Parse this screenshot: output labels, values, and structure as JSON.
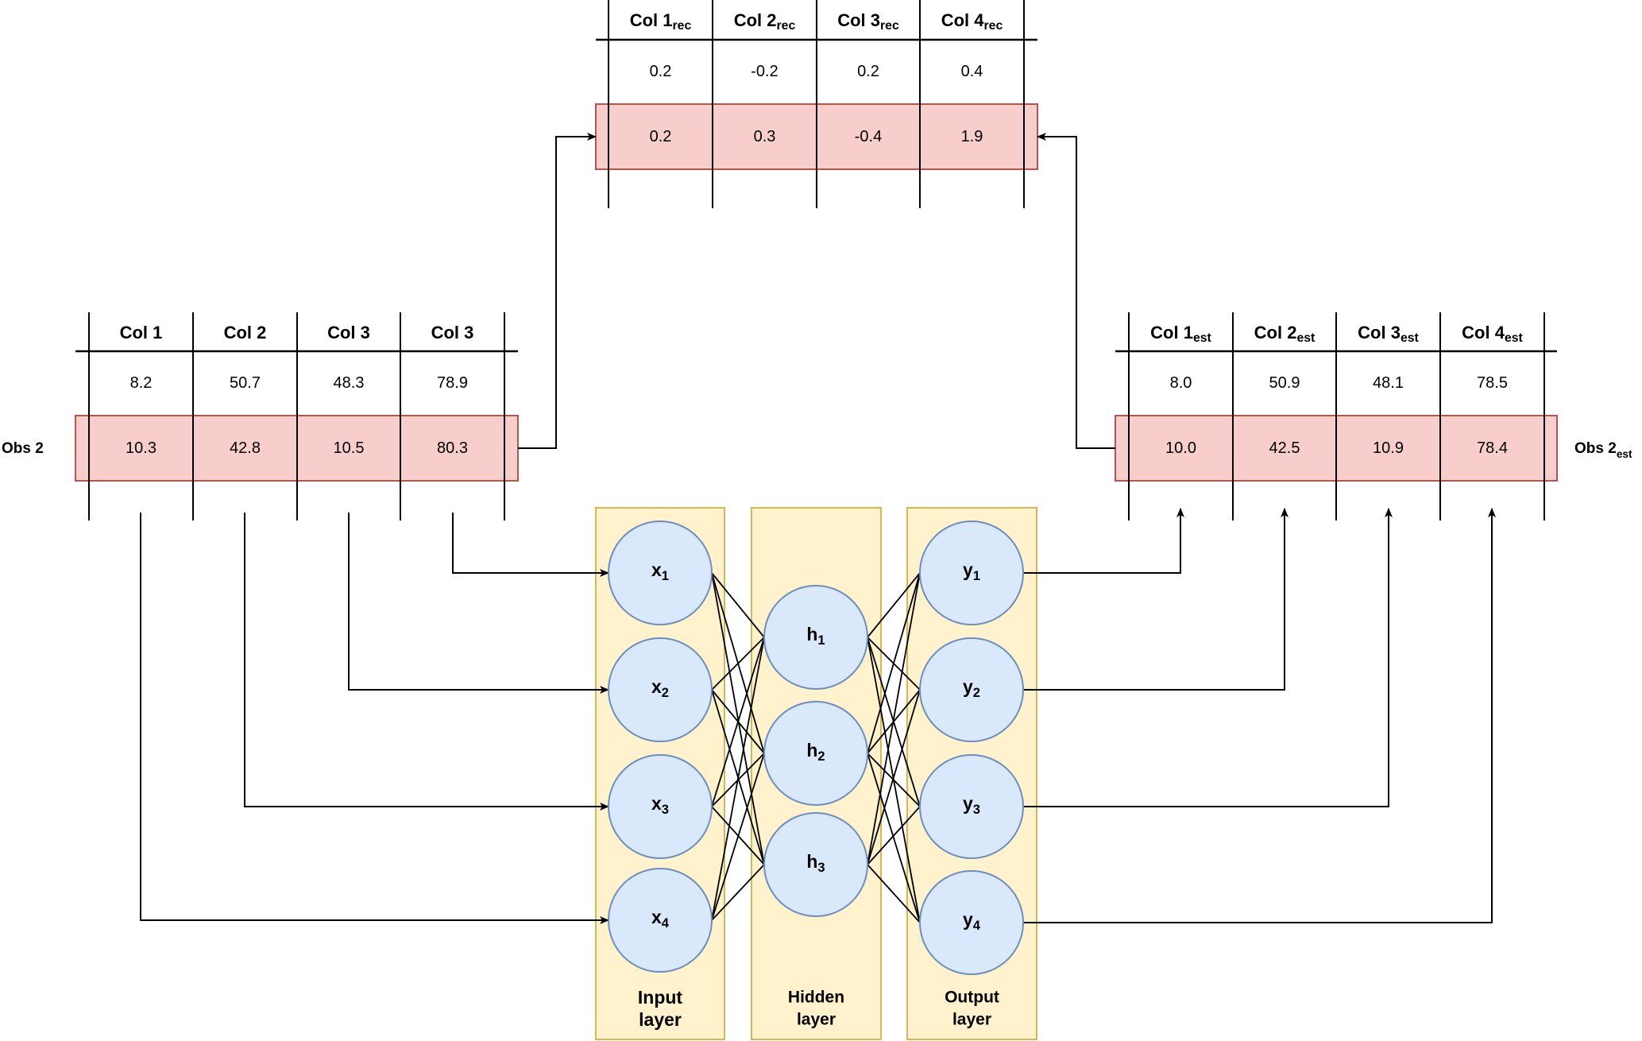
{
  "colors": {
    "row_fill": "#f8cecc",
    "row_stroke": "#b85450",
    "layer_fill": "#fff2cc",
    "layer_stroke": "#d6b656",
    "node_fill": "#dae8fc",
    "node_stroke": "#6c8ebf",
    "line": "#000000"
  },
  "input_table": {
    "headers": [
      {
        "base": "Col 1",
        "sub": ""
      },
      {
        "base": "Col 2",
        "sub": ""
      },
      {
        "base": "Col 3",
        "sub": ""
      },
      {
        "base": "Col 3",
        "sub": ""
      }
    ],
    "rows": [
      [
        "8.2",
        "50.7",
        "48.3",
        "78.9"
      ],
      [
        "10.3",
        "42.8",
        "10.5",
        "80.3"
      ]
    ],
    "highlighted_row": 1,
    "row_label": {
      "base": "Obs 2",
      "sub": ""
    }
  },
  "estimate_table": {
    "headers": [
      {
        "base": "Col 1",
        "sub": "est"
      },
      {
        "base": "Col 2",
        "sub": "est"
      },
      {
        "base": "Col 3",
        "sub": "est"
      },
      {
        "base": "Col 4",
        "sub": "est"
      }
    ],
    "rows": [
      [
        "8.0",
        "50.9",
        "48.1",
        "78.5"
      ],
      [
        "10.0",
        "42.5",
        "10.9",
        "78.4"
      ]
    ],
    "highlighted_row": 1,
    "row_label": {
      "base": "Obs 2",
      "sub": "est"
    }
  },
  "reconstruction_table": {
    "headers": [
      {
        "base": "Col 1",
        "sub": "rec"
      },
      {
        "base": "Col 2",
        "sub": "rec"
      },
      {
        "base": "Col 3",
        "sub": "rec"
      },
      {
        "base": "Col 4",
        "sub": "rec"
      }
    ],
    "rows": [
      [
        "0.2",
        "-0.2",
        "0.2",
        "0.4"
      ],
      [
        "0.2",
        "0.3",
        "-0.4",
        "1.9"
      ]
    ],
    "highlighted_row": 1
  },
  "network": {
    "layers": [
      {
        "name": "input",
        "label_lines": [
          "Input",
          "layer"
        ],
        "nodes": [
          {
            "base": "x",
            "sub": "1"
          },
          {
            "base": "x",
            "sub": "2"
          },
          {
            "base": "x",
            "sub": "3"
          },
          {
            "base": "x",
            "sub": "4"
          }
        ]
      },
      {
        "name": "hidden",
        "label_lines": [
          "Hidden",
          "layer"
        ],
        "nodes": [
          {
            "base": "h",
            "sub": "1"
          },
          {
            "base": "h",
            "sub": "2"
          },
          {
            "base": "h",
            "sub": "3"
          }
        ]
      },
      {
        "name": "output",
        "label_lines": [
          "Output",
          "layer"
        ],
        "nodes": [
          {
            "base": "y",
            "sub": "1"
          },
          {
            "base": "y",
            "sub": "2"
          },
          {
            "base": "y",
            "sub": "3"
          },
          {
            "base": "y",
            "sub": "4"
          }
        ]
      }
    ],
    "fully_connected": true
  }
}
